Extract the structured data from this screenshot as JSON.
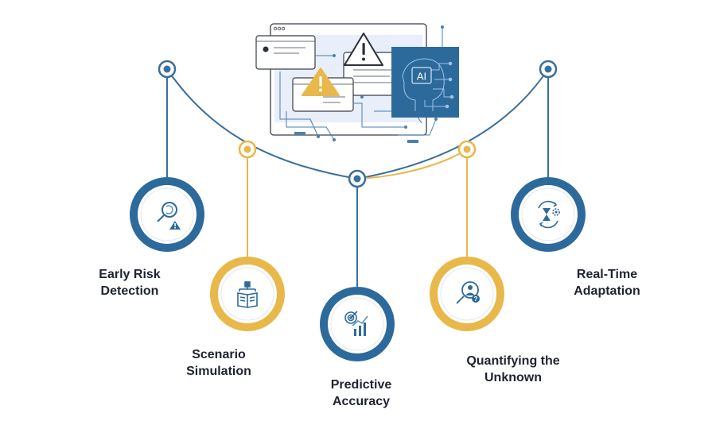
{
  "illustration": {
    "ai_label": "AI",
    "icons": [
      "warning-icon",
      "robot-head-icon",
      "browser-window-icon"
    ]
  },
  "colors": {
    "blue": "#2d6a9c",
    "blue_mid": "#3d7fb5",
    "gold": "#e8b84a",
    "text": "#1f2330",
    "panel": "#e9eefb"
  },
  "stages": [
    {
      "label_line1": "Early Risk",
      "label_line2": "Detection",
      "icon": "risk-search-icon",
      "color": "blue"
    },
    {
      "label_line1": "Scenario",
      "label_line2": "Simulation",
      "icon": "book-network-icon",
      "color": "gold"
    },
    {
      "label_line1": "Predictive",
      "label_line2": "Accuracy",
      "icon": "target-chart-icon",
      "color": "blue"
    },
    {
      "label_line1": "Quantifying the",
      "label_line2": "Unknown",
      "icon": "question-search-icon",
      "color": "gold"
    },
    {
      "label_line1": "Real-Time",
      "label_line2": "Adaptation",
      "icon": "hourglass-gear-icon",
      "color": "blue"
    }
  ]
}
